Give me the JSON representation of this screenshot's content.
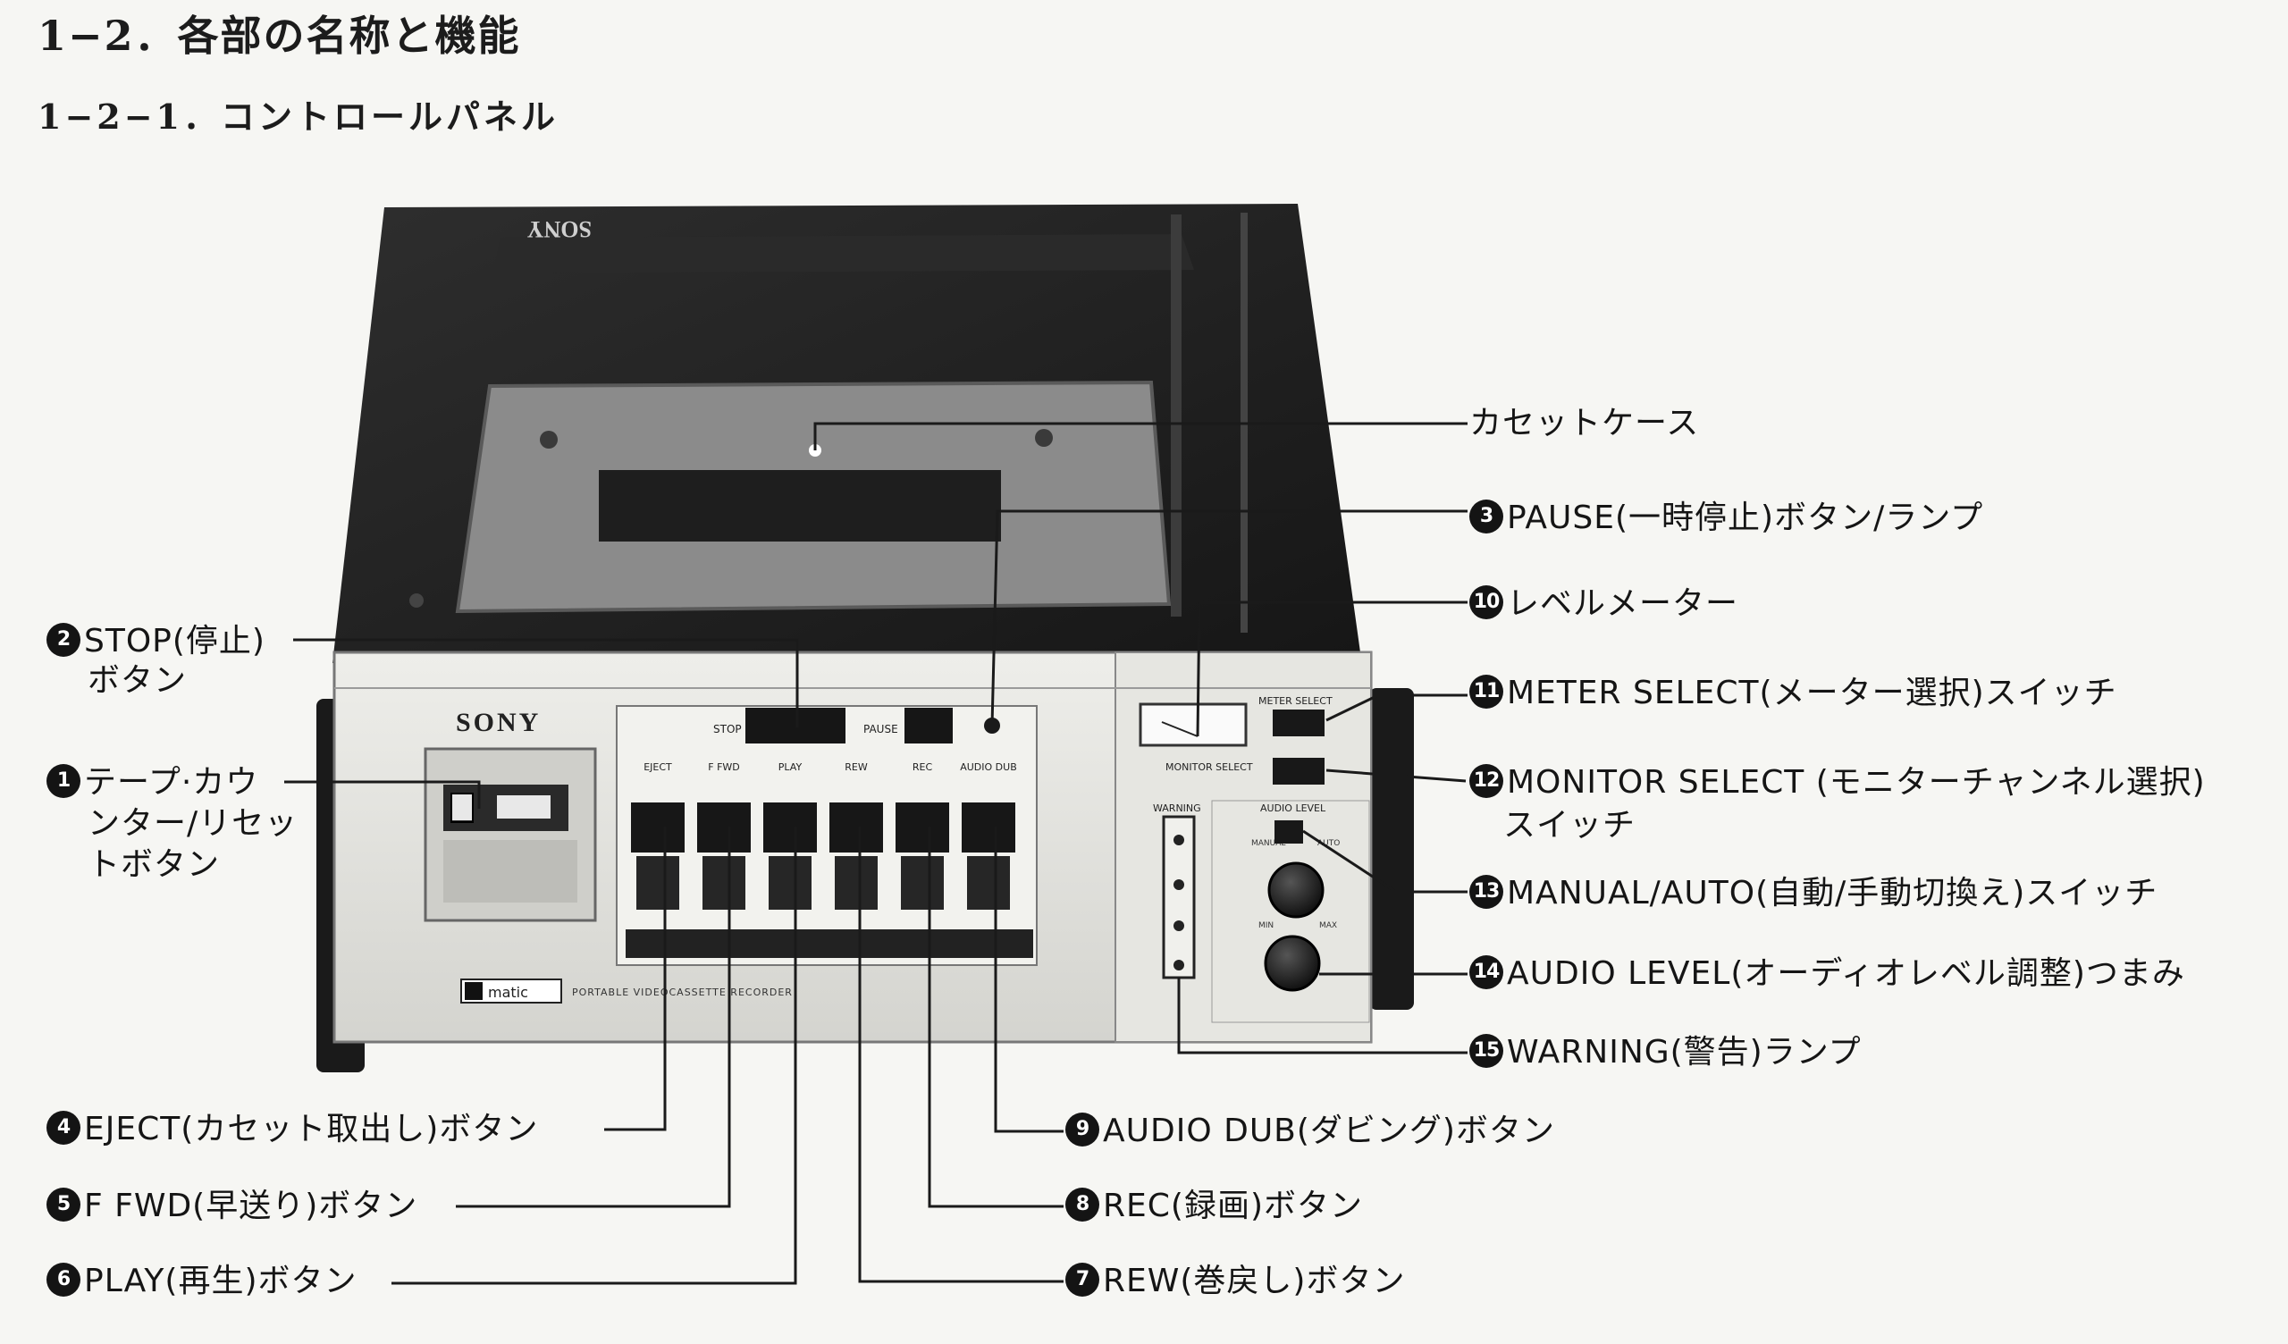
{
  "headings": {
    "section": "1−2．各部の名称と機能",
    "subsection": "1−2−1．コントロールパネル"
  },
  "device": {
    "brand": "SONY",
    "brand_inverted": "SONY",
    "model_logo": "matic",
    "model_text": "PORTABLE VIDEOCASSETTE RECORDER",
    "top_buttons": [
      "STOP",
      "PAUSE"
    ],
    "main_buttons": [
      "EJECT",
      "F FWD",
      "PLAY",
      "REW",
      "REC",
      "AUDIO DUB"
    ],
    "meter_select": "METER SELECT",
    "monitor_select": "MONITOR SELECT",
    "warning": "WARNING",
    "audio_level": "AUDIO LEVEL",
    "knob_marks": [
      "MANUAL",
      "AUTO",
      "MIN",
      "MAX"
    ]
  },
  "callouts": {
    "c_cassette_case": {
      "text": "カセットケース"
    },
    "c3": {
      "num": "3",
      "text": "PAUSE(一時停止)ボタン/ランプ"
    },
    "c10": {
      "num": "10",
      "text": "レベルメーター"
    },
    "c11": {
      "num": "11",
      "text": "METER SELECT(メーター選択)スイッチ"
    },
    "c12": {
      "num": "12",
      "text": "MONITOR SELECT (モニターチャンネル選択)",
      "text2": "スイッチ"
    },
    "c13": {
      "num": "13",
      "text": "MANUAL/AUTO(自動/手動切換え)スイッチ"
    },
    "c14": {
      "num": "14",
      "text": "AUDIO LEVEL(オーディオレベル調整)つまみ"
    },
    "c15": {
      "num": "15",
      "text": "WARNING(警告)ランプ"
    },
    "c2": {
      "num": "2",
      "text": "STOP(停止)",
      "text2": "ボタン"
    },
    "c1": {
      "num": "1",
      "text": "テープ·カウ",
      "text2": "ンター/リセッ",
      "text3": "トボタン"
    },
    "c4": {
      "num": "4",
      "text": "EJECT(カセット取出し)ボタン"
    },
    "c5": {
      "num": "5",
      "text": "F FWD(早送り)ボタン"
    },
    "c6": {
      "num": "6",
      "text": "PLAY(再生)ボタン"
    },
    "c9": {
      "num": "9",
      "text": "AUDIO DUB(ダビング)ボタン"
    },
    "c8": {
      "num": "8",
      "text": "REC(録画)ボタン"
    },
    "c7": {
      "num": "7",
      "text": "REW(巻戻し)ボタン"
    }
  }
}
